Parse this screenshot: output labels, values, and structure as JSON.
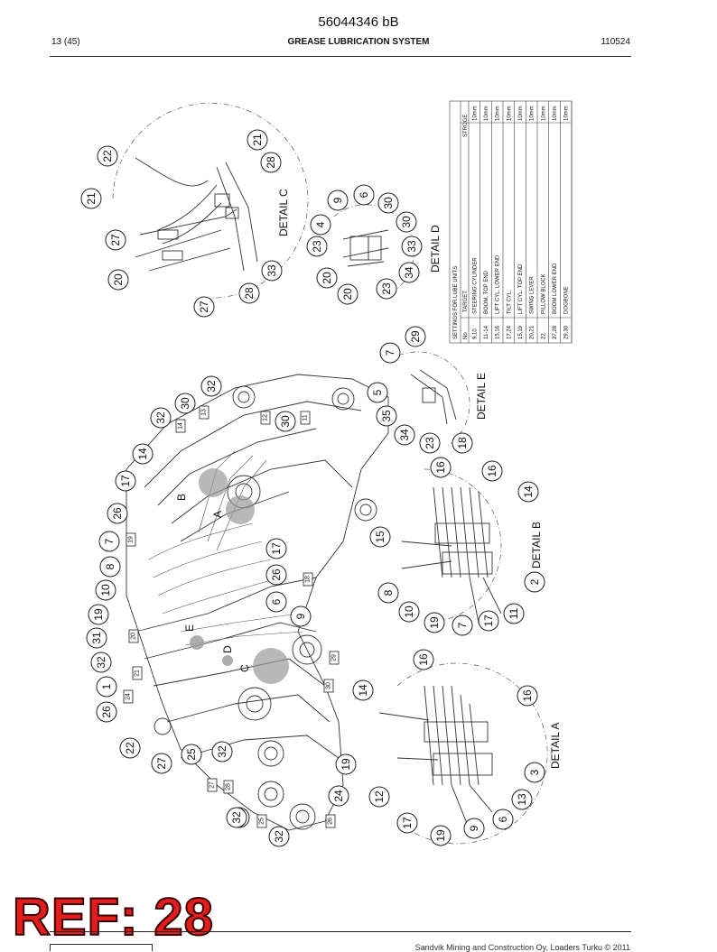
{
  "header": {
    "doc_code": "56044346 bB",
    "page": "13 (45)",
    "title": "GREASE LUBRICATION SYSTEM",
    "code": "110524"
  },
  "table": {
    "title": "SETTINGS FOR LUBE UNITS",
    "headers": [
      "No",
      "TARGET",
      "STROGE"
    ],
    "rows": [
      [
        "9,10",
        "STEERING CYLINDER",
        "10mm"
      ],
      [
        "11-14",
        "BOOM, TOP END",
        "10mm"
      ],
      [
        "15,16",
        "LIFT CYL. LOWER END",
        "10mm"
      ],
      [
        "17,24",
        "TILT CYL.",
        "10mm"
      ],
      [
        "15,19",
        "LIFT CYL. TOP END",
        "10mm"
      ],
      [
        "20,21",
        "SWING LEVER",
        "10mm"
      ],
      [
        "22",
        "PILLOW BLOCK",
        "10mm"
      ],
      [
        "27,28",
        "BOOM LOWER END",
        "10mm"
      ],
      [
        "29,30",
        "DOGBONE",
        "10mm"
      ]
    ]
  },
  "details": {
    "a": "DETAIL A",
    "b": "DETAIL B",
    "c": "DETAIL C",
    "d": "DETAIL D",
    "e": "DETAIL E"
  },
  "zone_letters": [
    "A",
    "B",
    "C",
    "D",
    "E"
  ],
  "callouts": {
    "detail_c": [
      "22",
      "21",
      "21",
      "28",
      "27",
      "20",
      "27",
      "28",
      "33"
    ],
    "detail_d": [
      "9",
      "6",
      "30",
      "4",
      "30",
      "23",
      "33",
      "20",
      "34",
      "20",
      "23"
    ],
    "detail_e": [
      "7",
      "29",
      "5",
      "35",
      "34",
      "23",
      "18"
    ],
    "detail_b": [
      "16",
      "16",
      "14",
      "15",
      "8",
      "10",
      "19",
      "7",
      "17",
      "11",
      "2"
    ],
    "detail_a": [
      "16",
      "14",
      "16",
      "12",
      "3",
      "17",
      "13",
      "19",
      "9",
      "6"
    ],
    "main": [
      "32",
      "30",
      "32",
      "14",
      "17",
      "26",
      "7",
      "8",
      "10",
      "19",
      "31",
      "32",
      "1",
      "26",
      "22",
      "27",
      "25",
      "32",
      "30",
      "17",
      "26",
      "6",
      "9",
      "32",
      "24",
      "19",
      "32",
      "32"
    ],
    "boxes": [
      "14",
      "13",
      "12",
      "11",
      "19",
      "18",
      "20",
      "21",
      "24",
      "29",
      "30",
      "27",
      "28",
      "25",
      "26"
    ]
  },
  "stamp": "REF: 28",
  "footer": "Sandvik Mining and Construction Oy, Loaders Turku © 2011"
}
